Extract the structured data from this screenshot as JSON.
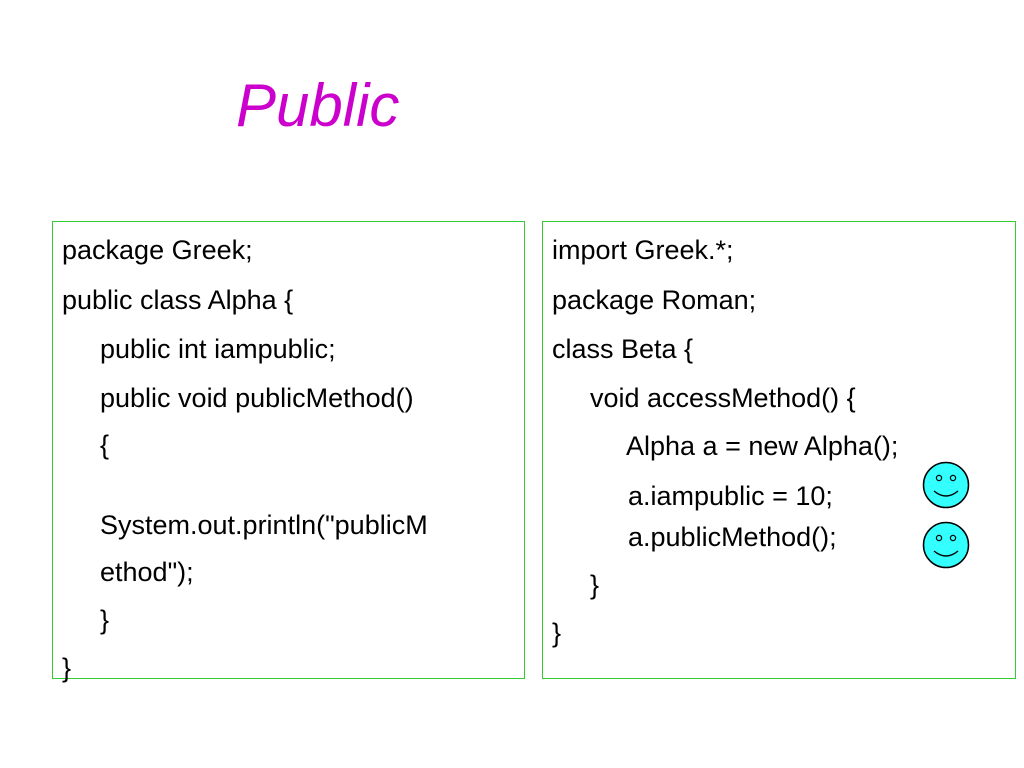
{
  "slide": {
    "title": "Public",
    "title_color": "#cc00cc",
    "box_border_color": "#33cc33",
    "smiley_color": "#33ffff"
  },
  "left_code": {
    "lines": [
      "package Greek;",
      "public class Alpha {",
      "public int iampublic;",
      "public void publicMethod()",
      "{",
      "System.out.println(\"publicM",
      "ethod\");",
      "}",
      "}"
    ]
  },
  "right_code": {
    "lines": [
      "import Greek.*;",
      "package Roman;",
      "class Beta {",
      "void accessMethod() {",
      "Alpha a = new Alpha();",
      "a.iampublic = 10;",
      "a.publicMethod();",
      "}",
      "}"
    ]
  },
  "icons": {
    "smiley_1": "smiley-face-icon",
    "smiley_2": "smiley-face-icon"
  }
}
